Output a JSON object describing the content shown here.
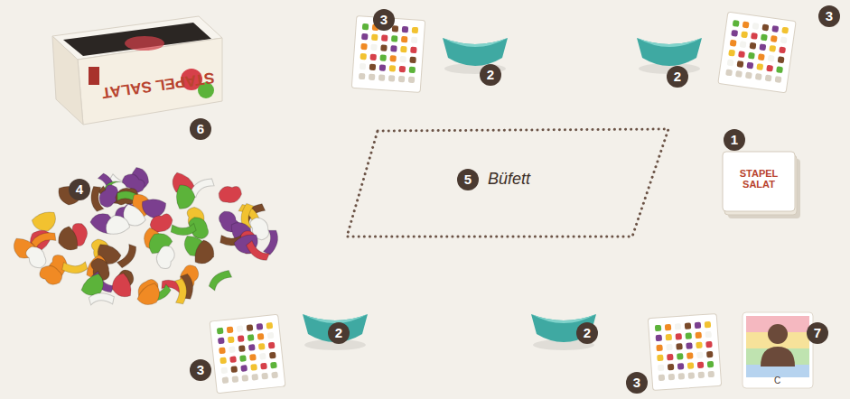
{
  "diagram": {
    "nodes": [
      {
        "text": [
          "5",
          "Büfett"
        ]
      }
    ],
    "edges": [],
    "labels": [
      "3",
      "3",
      "2",
      "2",
      "STAPEL SALAT",
      "6",
      "1",
      "STAPEL SALAT",
      "4",
      "2",
      "2",
      "7",
      "C",
      "3",
      "3"
    ]
  }
}
